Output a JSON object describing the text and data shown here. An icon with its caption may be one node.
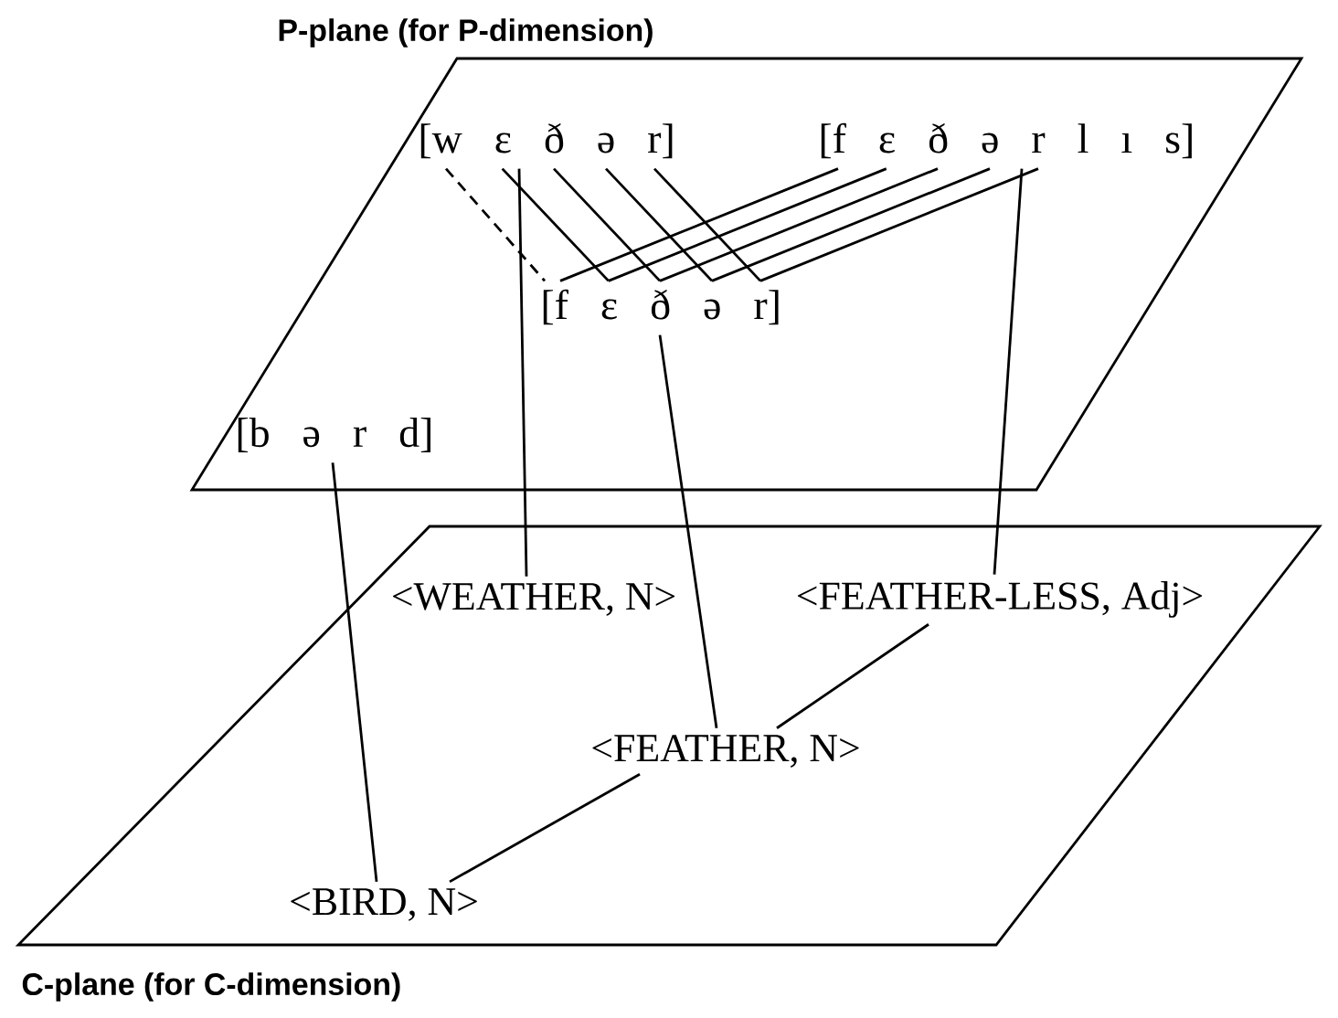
{
  "diagram": {
    "nodes": [
      {
        "text": [
          "P-plane (for P-dimension)"
        ]
      },
      {
        "text": [
          "[w ɛ ð ə r]"
        ],
        "in": 0
      },
      {
        "text": [
          "[f ɛ ð ə r l ı s]"
        ],
        "in": 0
      },
      {
        "text": [
          "[f ɛ ð ə r]"
        ],
        "in": 0
      },
      {
        "text": [
          "[b ə r d]"
        ],
        "in": 0
      },
      {
        "text": [
          "C-plane (for C-dimension)"
        ]
      },
      {
        "text": [
          "<WEATHER, N>"
        ],
        "in": 5
      },
      {
        "text": [
          "<FEATHER-LESS, Adj>"
        ],
        "in": 5
      },
      {
        "text": [
          "<FEATHER, N>"
        ],
        "in": 5
      },
      {
        "text": [
          "<BIRD, N>"
        ],
        "in": 5
      }
    ],
    "edges": [
      {
        "from": 1,
        "to": 3,
        "arrow": "none",
        "style": "dashed"
      },
      {
        "from": 1,
        "to": 3,
        "arrow": "none"
      },
      {
        "from": 1,
        "to": 3,
        "arrow": "none"
      },
      {
        "from": 1,
        "to": 3,
        "arrow": "none"
      },
      {
        "from": 1,
        "to": 3,
        "arrow": "none"
      },
      {
        "from": 2,
        "to": 3,
        "arrow": "none"
      },
      {
        "from": 2,
        "to": 3,
        "arrow": "none"
      },
      {
        "from": 2,
        "to": 3,
        "arrow": "none"
      },
      {
        "from": 2,
        "to": 3,
        "arrow": "none"
      },
      {
        "from": 2,
        "to": 3,
        "arrow": "none"
      },
      {
        "from": 1,
        "to": 6,
        "arrow": "none"
      },
      {
        "from": 2,
        "to": 7,
        "arrow": "none"
      },
      {
        "from": 3,
        "to": 8,
        "arrow": "none"
      },
      {
        "from": 4,
        "to": 9,
        "arrow": "none"
      },
      {
        "from": 7,
        "to": 8,
        "arrow": "none"
      },
      {
        "from": 8,
        "to": 9,
        "arrow": "none"
      }
    ]
  }
}
